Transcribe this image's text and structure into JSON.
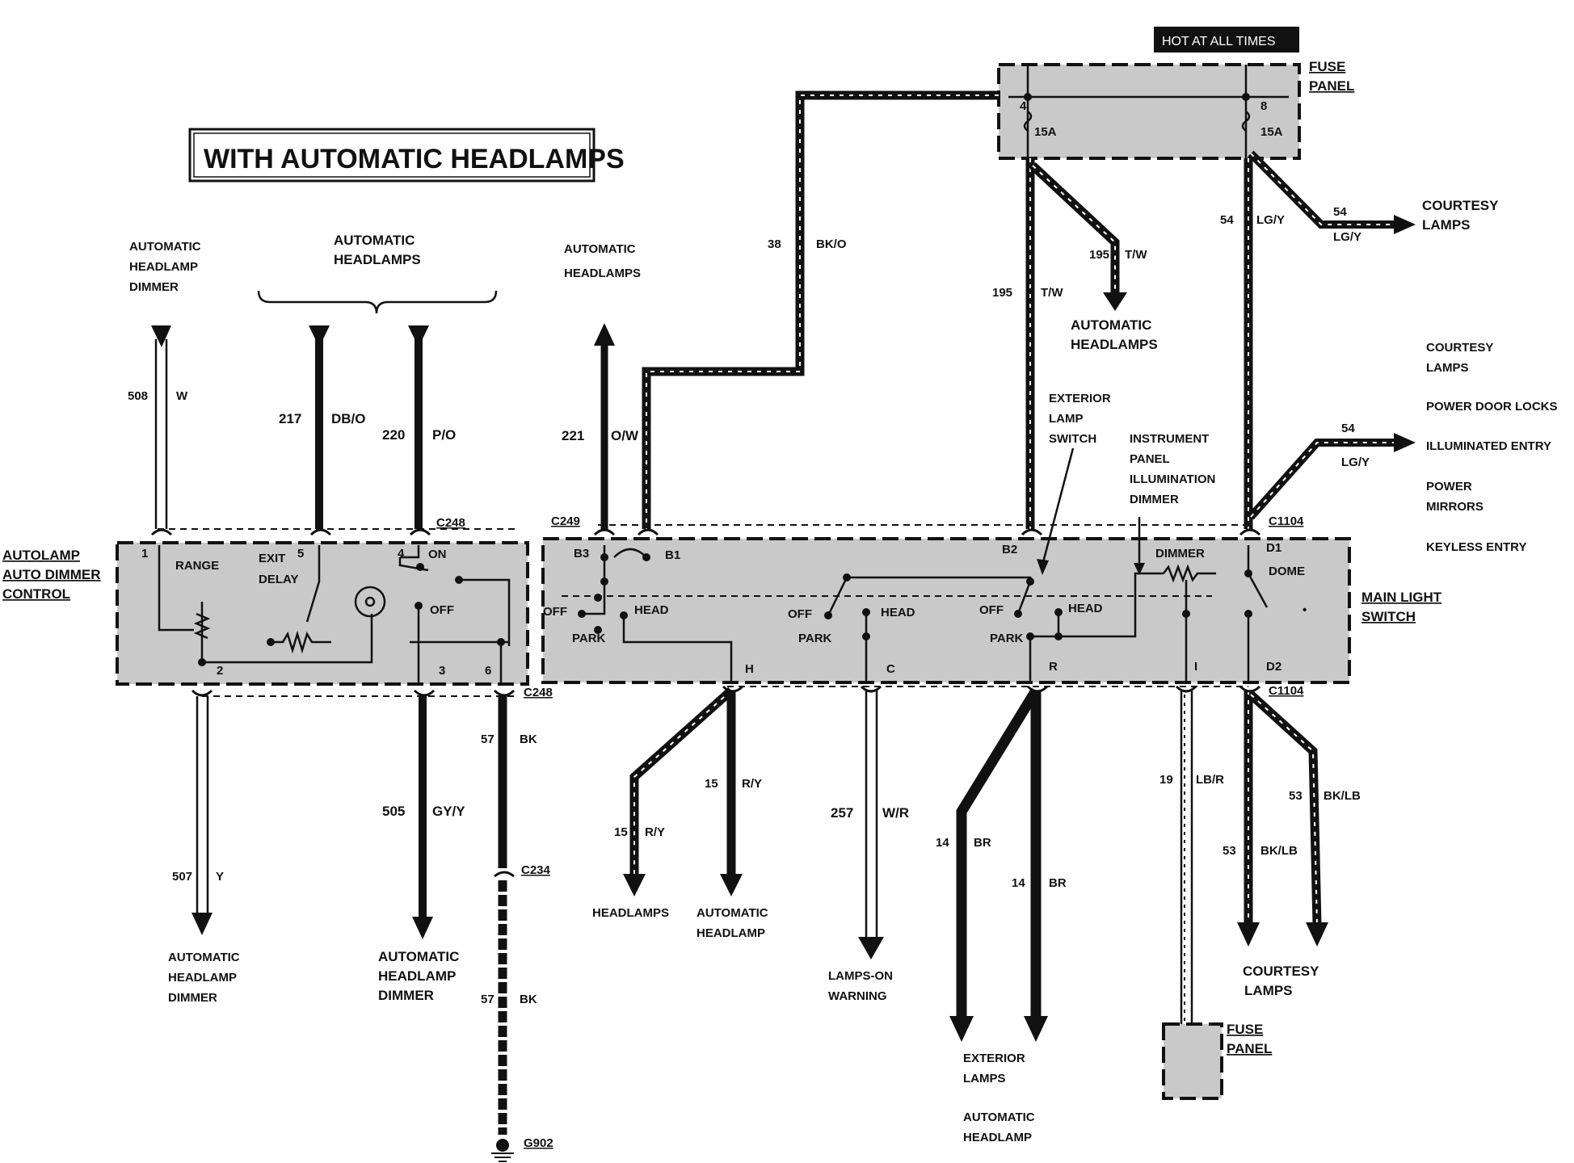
{
  "title": "WITH AUTOMATIC HEADLAMPS",
  "hot_at_all_times": "HOT AT ALL TIMES",
  "fuse_panel": "FUSE PANEL",
  "fuses": [
    {
      "num": "4",
      "rating": "15A"
    },
    {
      "num": "8",
      "rating": "15A"
    }
  ],
  "components": {
    "autolamp": "AUTOLAMP AUTO DIMMER CONTROL",
    "main_light_switch": "MAIN LIGHT SWITCH",
    "exterior_lamp_switch": "EXTERIOR LAMP SWITCH",
    "ip_illumination_dimmer": "INSTRUMENT PANEL ILLUMINATION DIMMER"
  },
  "switch_labels": {
    "range": "RANGE",
    "exit_delay": "EXIT DELAY",
    "on": "ON",
    "off": "OFF",
    "head": "HEAD",
    "park": "PARK",
    "dimmer": "DIMMER",
    "dome": "DOME"
  },
  "pins": [
    "1",
    "2",
    "3",
    "4",
    "5",
    "6",
    "B3",
    "B1",
    "H",
    "C",
    "B2",
    "R",
    "D1",
    "D2",
    "I"
  ],
  "connectors": [
    "C248",
    "C248",
    "C249",
    "C1104",
    "C1104",
    "C234",
    "G902"
  ],
  "wires": [
    {
      "circuit": "508",
      "color": "W"
    },
    {
      "circuit": "217",
      "color": "DB/O"
    },
    {
      "circuit": "220",
      "color": "P/O"
    },
    {
      "circuit": "221",
      "color": "O/W"
    },
    {
      "circuit": "38",
      "color": "BK/O"
    },
    {
      "circuit": "195",
      "color": "T/W"
    },
    {
      "circuit": "54",
      "color": "LG/Y"
    },
    {
      "circuit": "507",
      "color": "Y"
    },
    {
      "circuit": "505",
      "color": "GY/Y"
    },
    {
      "circuit": "57",
      "color": "BK"
    },
    {
      "circuit": "15",
      "color": "R/Y"
    },
    {
      "circuit": "257",
      "color": "W/R"
    },
    {
      "circuit": "14",
      "color": "BR"
    },
    {
      "circuit": "19",
      "color": "LB/R"
    },
    {
      "circuit": "53",
      "color": "BK/LB"
    }
  ],
  "destinations": {
    "auto_hl_dimmer": "AUTOMATIC HEADLAMP DIMMER",
    "auto_headlamps": "AUTOMATIC HEADLAMPS",
    "courtesy_lamps": "COURTESY LAMPS",
    "headlamps": "HEADLAMPS",
    "auto_headlamp": "AUTOMATIC HEADLAMP",
    "lamps_on_warning": "LAMPS-ON WARNING",
    "exterior_lamps": "EXTERIOR LAMPS",
    "courtesy_list": [
      "COURTESY LAMPS",
      "POWER DOOR LOCKS",
      "ILLUMINATED ENTRY",
      "POWER MIRRORS",
      "KEYLESS ENTRY"
    ]
  }
}
